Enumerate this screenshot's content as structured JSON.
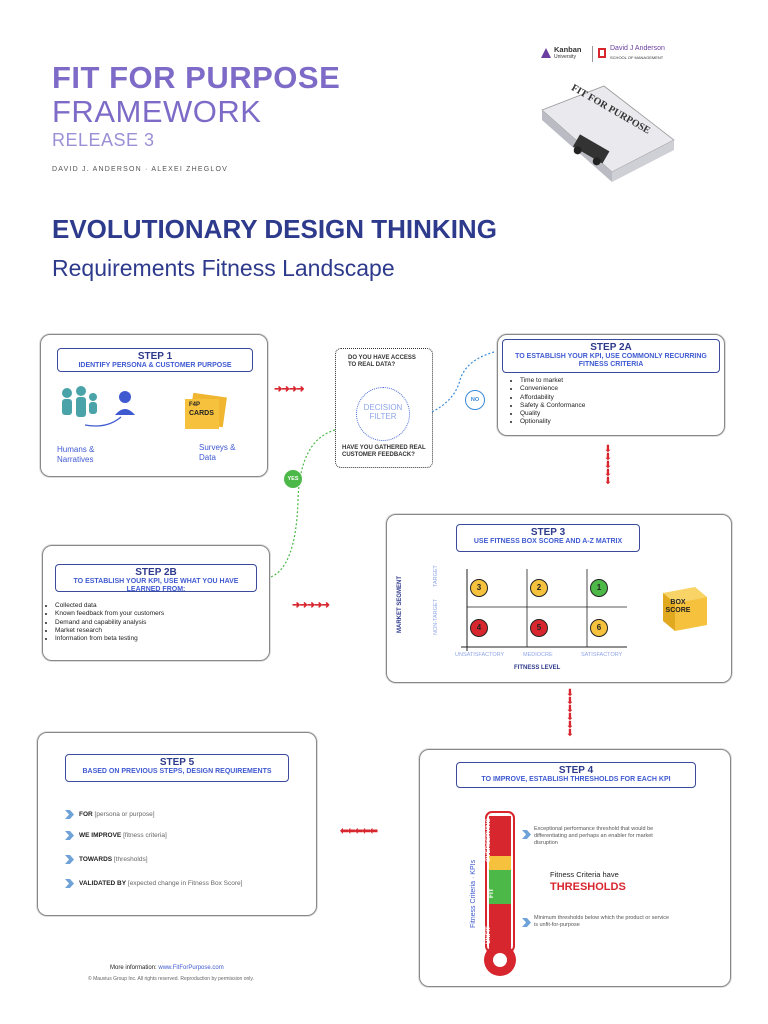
{
  "header": {
    "title_line1": "FIT FOR PURPOSE",
    "title_line2": "FRAMEWORK",
    "release": "RELEASE 3",
    "authors": "DAVID J. ANDERSON · ALEXEI ZHEGLOV",
    "heading": "EVOLUTIONARY DESIGN THINKING",
    "subheading": "Requirements Fitness Landscape",
    "logo_kanban": "Kanban",
    "logo_university": "University",
    "logo_dja": "David J Anderson",
    "logo_school": "SCHOOL OF MANAGEMENT",
    "book_title": "FIT FOR PURPOSE"
  },
  "step1": {
    "title": "STEP 1",
    "subtitle": "IDENTIFY PERSONA & CUSTOMER PURPOSE",
    "label_humans": "Humans & Narratives",
    "label_surveys": "Surveys & Data",
    "cards_label": "CARDS",
    "cards_prefix": "F4P"
  },
  "decision": {
    "question1": "DO YOU HAVE ACCESS TO REAL DATA?",
    "filter": "DECISION FILTER",
    "question2": "HAVE YOU GATHERED REAL CUSTOMER FEEDBACK?",
    "no": "NO",
    "yes": "YES"
  },
  "step2a": {
    "title": "STEP 2A",
    "subtitle": "TO ESTABLISH YOUR KPI, USE COMMONLY RECURRING FITNESS CRITERIA",
    "items": [
      "Time to market",
      "Convenience",
      "Affordability",
      "Safety & Conformance",
      "Quality",
      "Optionality"
    ]
  },
  "step2b": {
    "title": "STEP 2B",
    "subtitle": "TO ESTABLISH YOUR KPI, USE WHAT YOU HAVE LEARNED FROM:",
    "items": [
      "Collected data",
      "Known feedback from your customers",
      "Demand and capability analysis",
      "Market research",
      "Information from beta testing"
    ]
  },
  "step3": {
    "title": "STEP 3",
    "subtitle": "USE FITNESS BOX SCORE AND A-Z MATRIX",
    "y_axis": "MARKET SEGMENT",
    "y_tick_top": "TARGET",
    "y_tick_bottom": "NON-TARGET",
    "x_axis": "FITNESS LEVEL",
    "x_ticks": [
      "UNSATISFACTORY",
      "MEDIOCRE",
      "SATISFACTORY"
    ],
    "cells_top": [
      "3",
      "2",
      "1"
    ],
    "cells_bottom": [
      "4",
      "5",
      "6"
    ],
    "box_score": "BOX SCORE",
    "colors_top": [
      "#f6c23e",
      "#f6c23e",
      "#4cb848"
    ],
    "colors_bottom": [
      "#d8262e",
      "#d8262e",
      "#f6c23e"
    ]
  },
  "step4": {
    "title": "STEP 4",
    "subtitle": "TO IMPROVE, ESTABLISH THRESHOLDS FOR EACH KPI",
    "axis": "Fitness Criteria · KPIs",
    "zone_over": "OVERSERVING",
    "zone_fit": "FIT",
    "zone_unfit": "UNFIT",
    "note_top": "Exceptional performance threshold that would be differentiating and perhaps an enabler for market disruption",
    "center_small": "Fitness Criteria have",
    "center_big": "THRESHOLDS",
    "note_bottom": "Minimum thresholds below which the product or service is unfit-for-purpose"
  },
  "step5": {
    "title": "STEP 5",
    "subtitle": "BASED ON PREVIOUS STEPS, DESIGN REQUIREMENTS",
    "items": [
      {
        "label": "FOR",
        "value": "[persona or purpose]"
      },
      {
        "label": "WE IMPROVE",
        "value": "[fitness criteria]"
      },
      {
        "label": "TOWARDS",
        "value": "[thresholds]"
      },
      {
        "label": "VALIDATED BY",
        "value": "[expected change in Fitness Box Score]"
      }
    ]
  },
  "footer": {
    "more_label": "More information:",
    "more_url": "www.FitForPurpose.com",
    "copyright": "© Mauvius Group Inc. All rights reserved. Reproduction by permission only."
  }
}
